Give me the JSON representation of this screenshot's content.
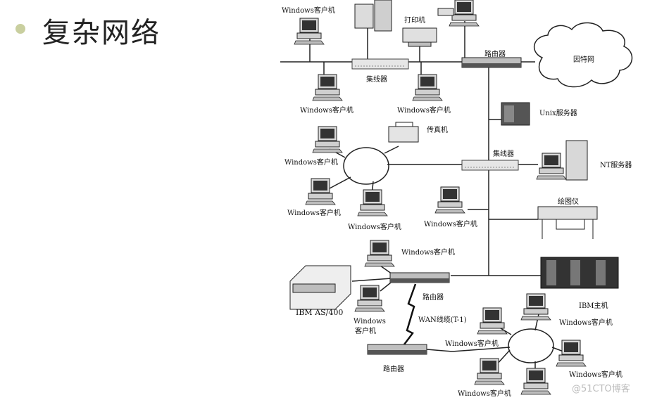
{
  "slide": {
    "title": "复杂网络",
    "watermark": "@51CTO博客"
  },
  "labels": {
    "win_top_left": "Windows客户机",
    "printer": "打印机",
    "router_top": "路由器",
    "internet": "因特网",
    "hub_top": "集线器",
    "win_under_left": "Windows客户机",
    "win_under_mid": "Windows客户机",
    "unix": "Unix服务器",
    "fax": "传真机",
    "win_ring_left": "Windows客户机",
    "hub_mid": "集线器",
    "nt": "NT服务器",
    "win_ring_bl": "Windows客户机",
    "win_ring_br": "Windows客户机",
    "plotter": "绘图仪",
    "win_mid_right": "Windows客户机",
    "win_router2": "Windows客户机",
    "ibm_as400": "IBM AS/400",
    "router_mid": "路由器",
    "win_lower_1": "Windows",
    "win_lower_2": "客户机",
    "wan": "WAN线缆(T-1)",
    "ibm_main": "IBM主机",
    "win_ring2_tr": "Windows客户机",
    "win_ring2_left": "Windows客户机",
    "router_bottom": "路由器",
    "win_ring2_br": "Windows客户机",
    "win_ring2_bottom": "Windows客户机"
  }
}
